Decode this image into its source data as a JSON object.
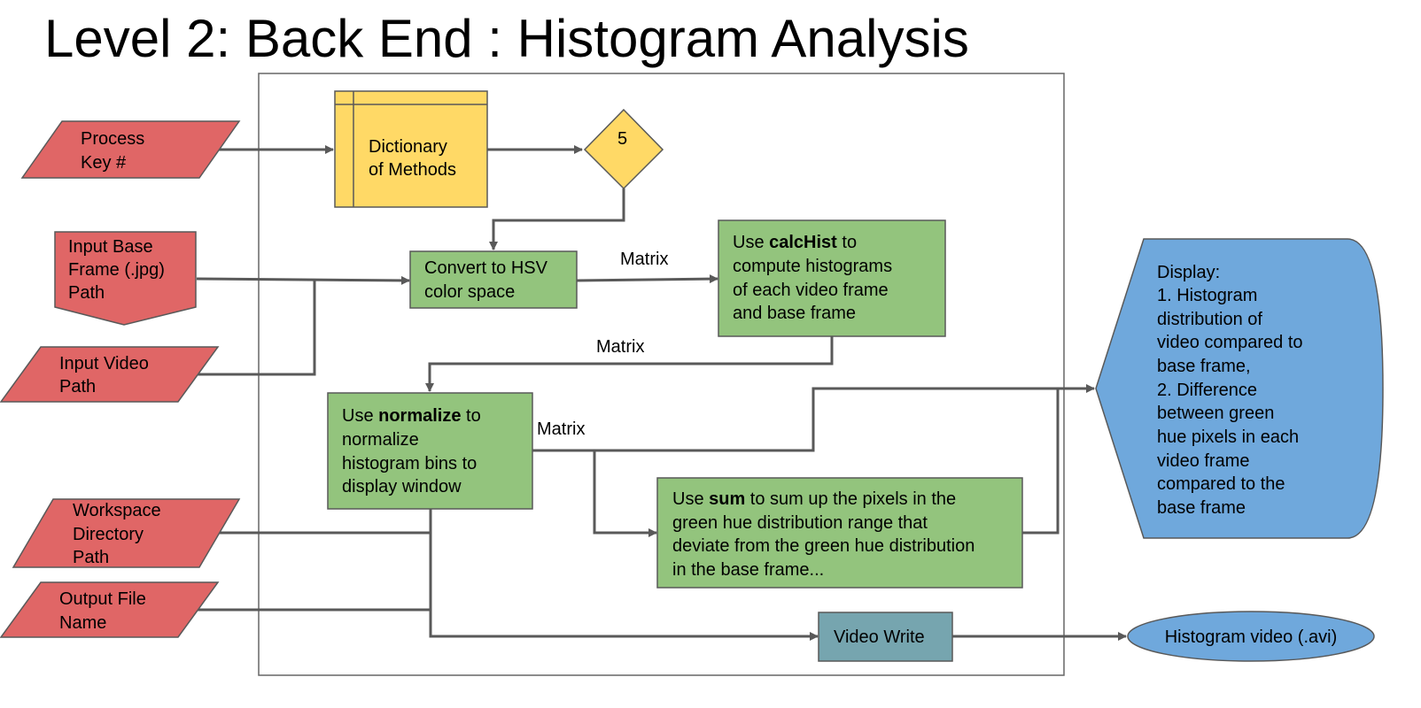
{
  "title": "Level 2: Back End : Histogram Analysis",
  "colors": {
    "input": "#e06666",
    "process": "#93c47d",
    "dictionary": "#ffd966",
    "decision": "#ffd966",
    "display": "#6fa8dc",
    "output": "#6fa8dc",
    "video_write": "#76a5af",
    "edge": "#595959"
  },
  "nodes": {
    "process_key": [
      "Process",
      "Key #"
    ],
    "input_base_frame": [
      "Input Base",
      "Frame (.jpg)",
      "Path"
    ],
    "input_video": [
      "Input Video",
      "Path"
    ],
    "workspace_dir": [
      "Workspace",
      "Directory",
      "Path"
    ],
    "output_file": [
      "Output File",
      "Name"
    ],
    "dictionary": [
      "Dictionary",
      "of Methods"
    ],
    "decision": "5",
    "convert_hsv": [
      "Convert to HSV",
      "color space"
    ],
    "calchist": {
      "prefix": "Use ",
      "keyword": "calcHist",
      "suffix": " to",
      "rest": [
        "compute histograms",
        "of each video frame",
        "and base frame"
      ]
    },
    "normalize": {
      "prefix": "Use ",
      "keyword": "normalize",
      "suffix": " to",
      "rest": [
        "normalize",
        "histogram bins to",
        "display window"
      ]
    },
    "sum": {
      "prefix": "Use ",
      "keyword": "sum",
      "suffix": " to sum up the pixels in the",
      "rest": [
        "green hue distribution range that",
        "deviate from the green hue distribution",
        "in the base frame..."
      ]
    },
    "video_write": "Video Write",
    "display": [
      "Display:",
      "1. Histogram",
      "distribution of",
      "video compared to",
      "base frame,",
      "2. Difference",
      "between green",
      "hue pixels in each",
      "video frame",
      "compared to the",
      "base frame"
    ],
    "histogram_video": "Histogram video (.avi)"
  },
  "edge_labels": {
    "hsv_to_calchist": "Matrix",
    "calchist_to_normalize": "Matrix",
    "normalize_out": "Matrix"
  }
}
